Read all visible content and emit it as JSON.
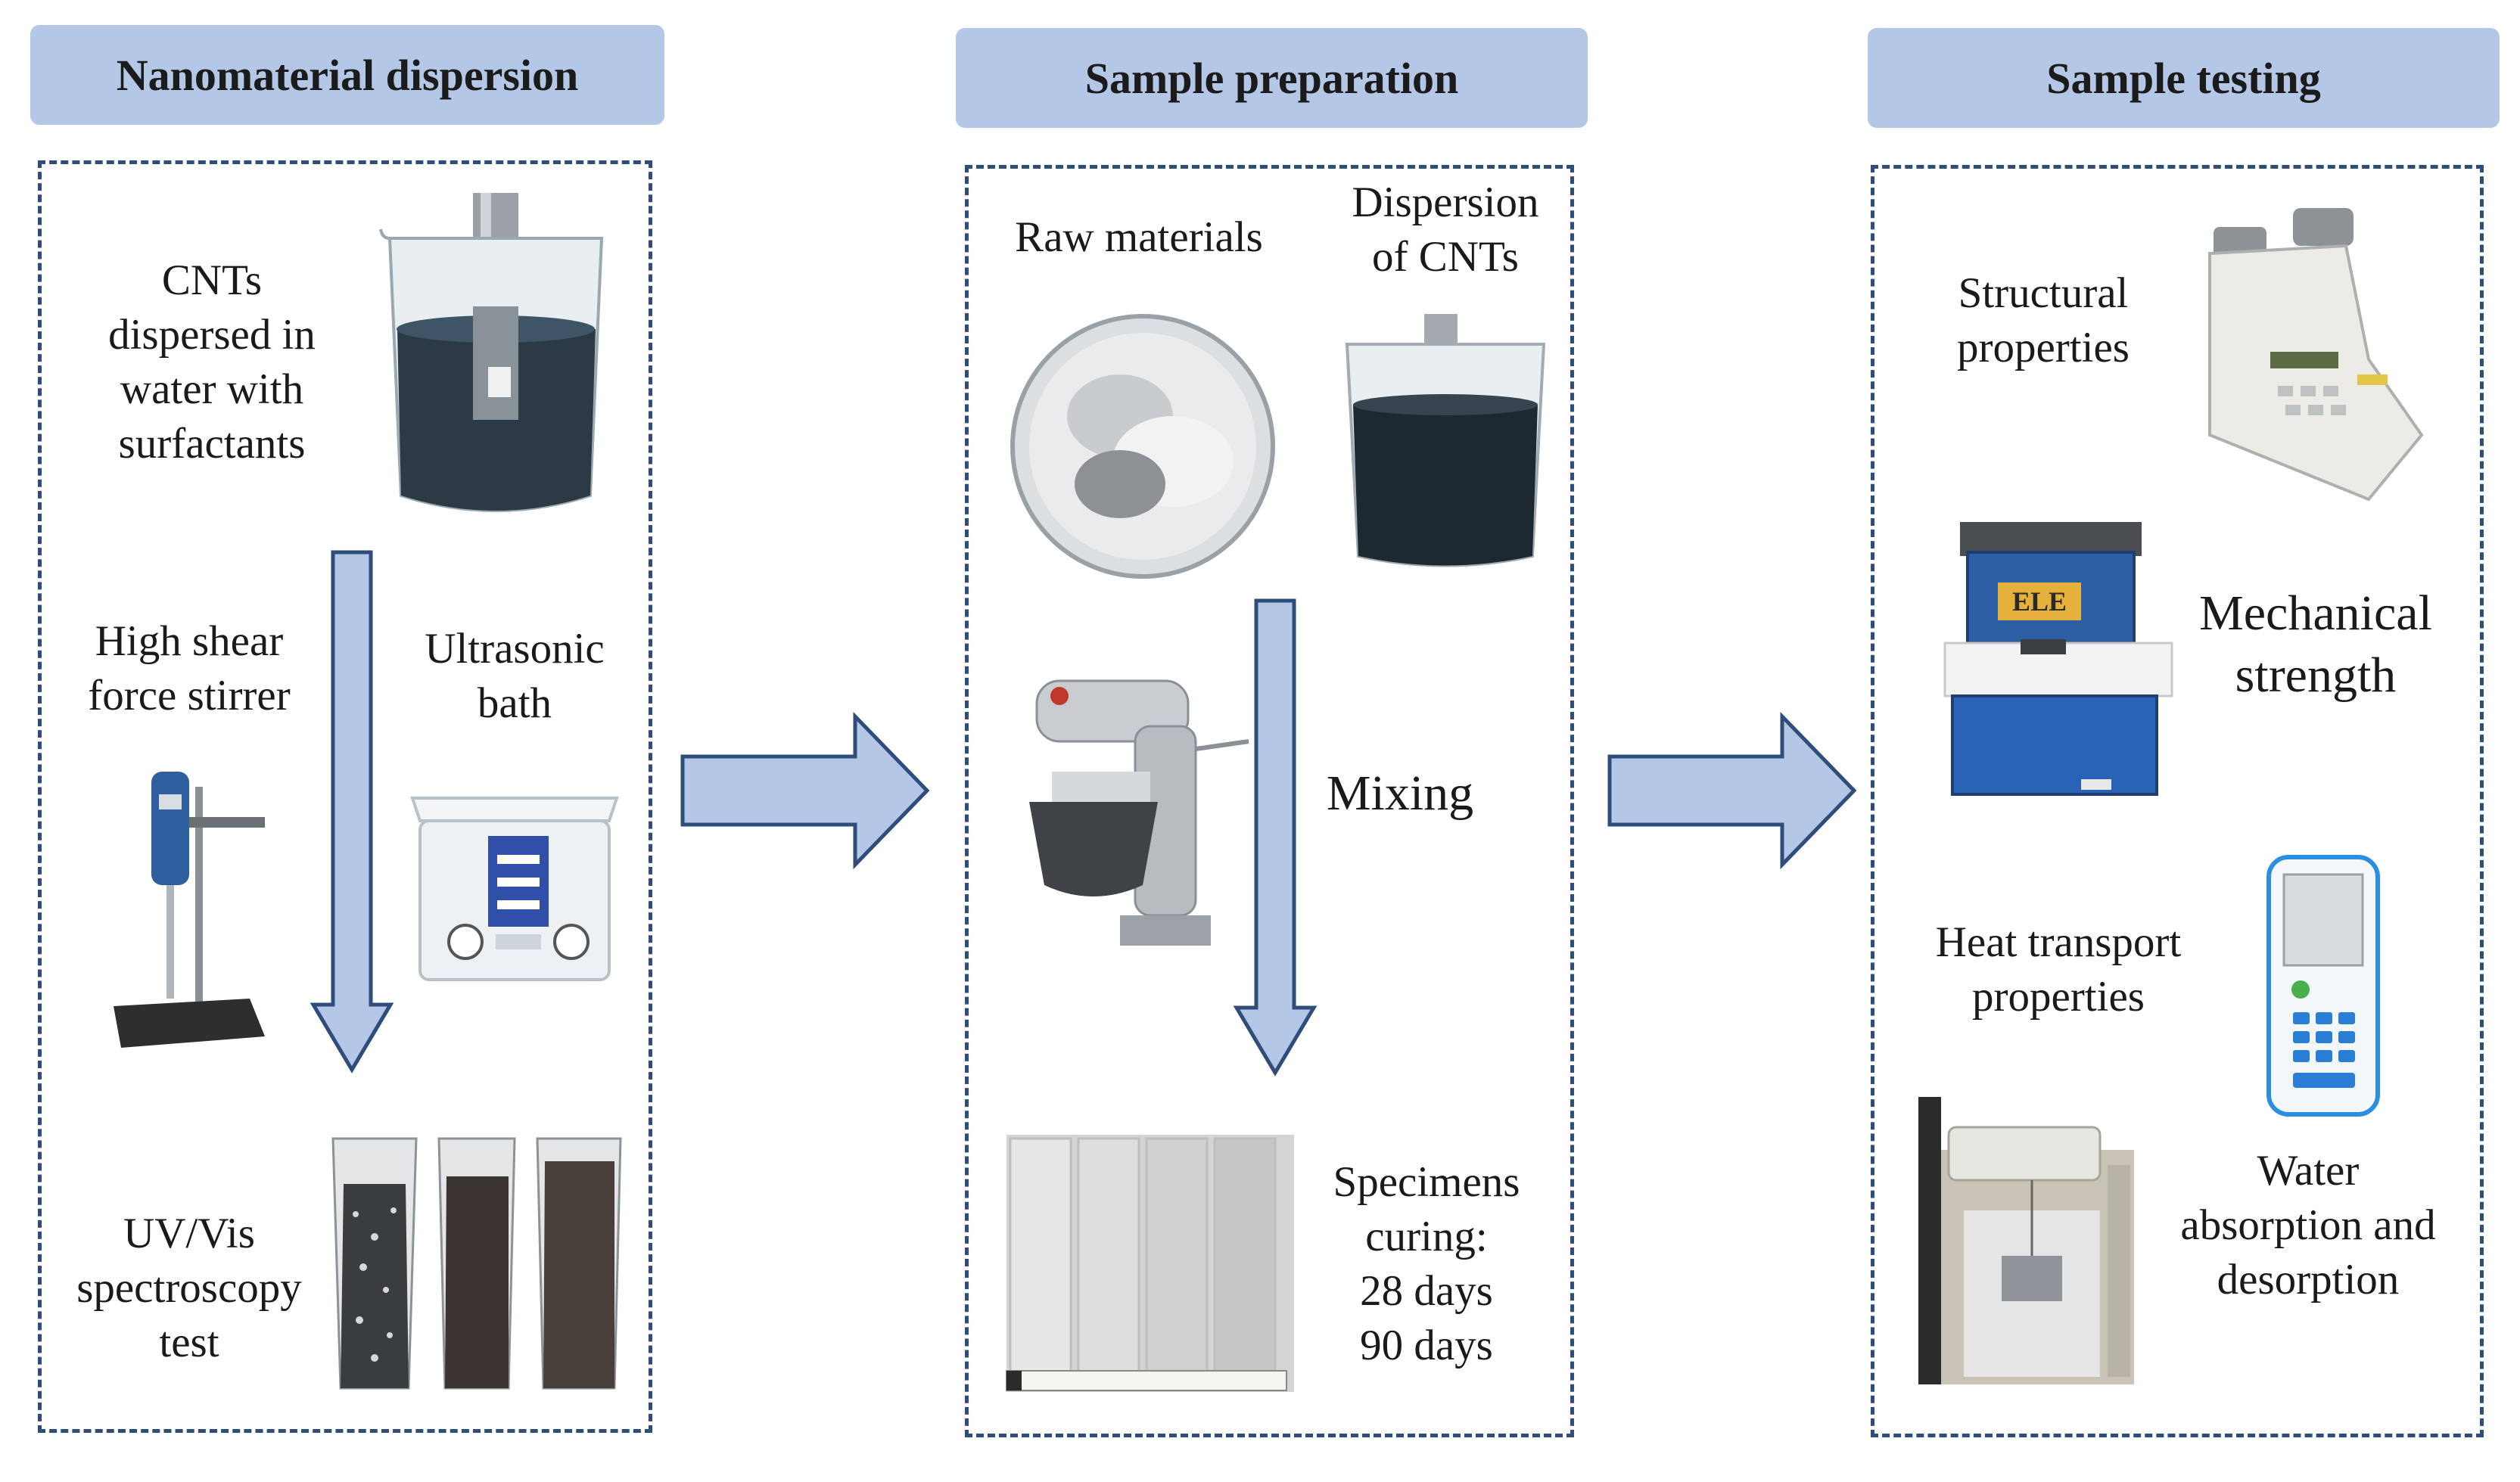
{
  "headers": {
    "dispersion": "Nanomaterial dispersion",
    "preparation": "Sample preparation",
    "testing": "Sample testing"
  },
  "dispersion": {
    "cnts_label": [
      "CNTs",
      "dispersed in",
      "water with",
      "surfactants"
    ],
    "stirrer_label": [
      "High shear",
      "force stirrer"
    ],
    "bath_label": [
      "Ultrasonic",
      "bath"
    ],
    "uv_label": [
      "UV/Vis",
      "spectroscopy",
      "test"
    ]
  },
  "preparation": {
    "raw_label": "Raw materials",
    "cnt_dispersion_label": [
      "Dispersion",
      "of CNTs"
    ],
    "mixing_label": "Mixing",
    "curing_label": [
      "Specimens",
      "curing:",
      "28 days",
      "90 days"
    ]
  },
  "testing": {
    "structural_label": [
      "Structural",
      "properties"
    ],
    "mechanical_label": [
      "Mechanical",
      "strength"
    ],
    "heat_label": [
      "Heat transport",
      "properties"
    ],
    "water_label": [
      "Water",
      "absorption and",
      "desorption"
    ],
    "press_brand": "ELE"
  },
  "colors": {
    "header_fill": "#b4c7e7",
    "arrow_fill": "#b4c7e7",
    "arrow_stroke": "#2f4d7a",
    "panel_border": "#2f4d7a"
  }
}
